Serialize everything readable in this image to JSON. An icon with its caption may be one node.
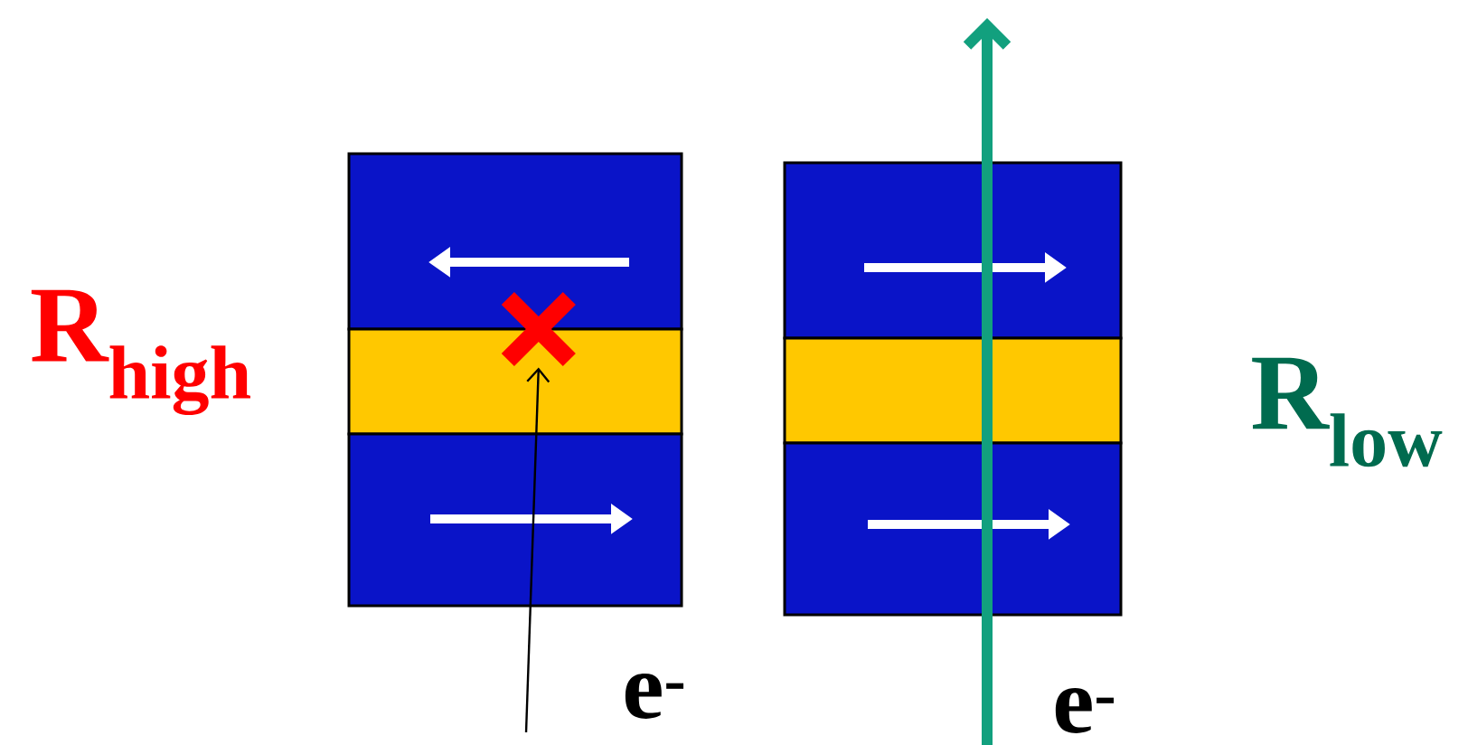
{
  "diagram": {
    "nodes": [
      {
        "text": [],
        "shape": "box"
      },
      {
        "text": [],
        "shape": "cross",
        "in": 0
      },
      {
        "text": [],
        "shape": "box"
      }
    ],
    "edges": [
      {
        "from": null,
        "to": 1,
        "arrow": "to"
      }
    ],
    "labels": [
      "R$_{high}$",
      "R$_{low}$",
      "e$^{-}$",
      "e$^{-}$"
    ]
  }
}
